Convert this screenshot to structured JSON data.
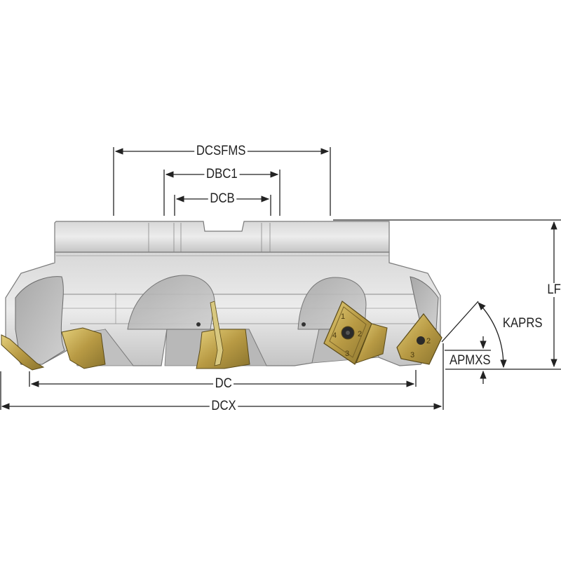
{
  "diagram": {
    "subject": "face milling cutter with indexable inserts",
    "colors": {
      "body_light": "#e2e2e2",
      "body_mid": "#c8c8c8",
      "body_dark": "#9a9a9a",
      "insert_gold": "#c9b25a",
      "insert_dark": "#7a6a2a",
      "line": "#222222",
      "background": "#ffffff"
    },
    "dimensions": {
      "dcsfms": {
        "label": "DCSFMS"
      },
      "dbc1": {
        "label": "DBC1"
      },
      "dcb": {
        "label": "DCB"
      },
      "dc": {
        "label": "DC"
      },
      "dcx": {
        "label": "DCX"
      },
      "lf": {
        "label": "LF"
      },
      "kaprs": {
        "label": "KAPRS"
      },
      "apmxs": {
        "label": "APMXS"
      }
    },
    "insert_markings": [
      "1",
      "2",
      "3",
      "4"
    ]
  }
}
